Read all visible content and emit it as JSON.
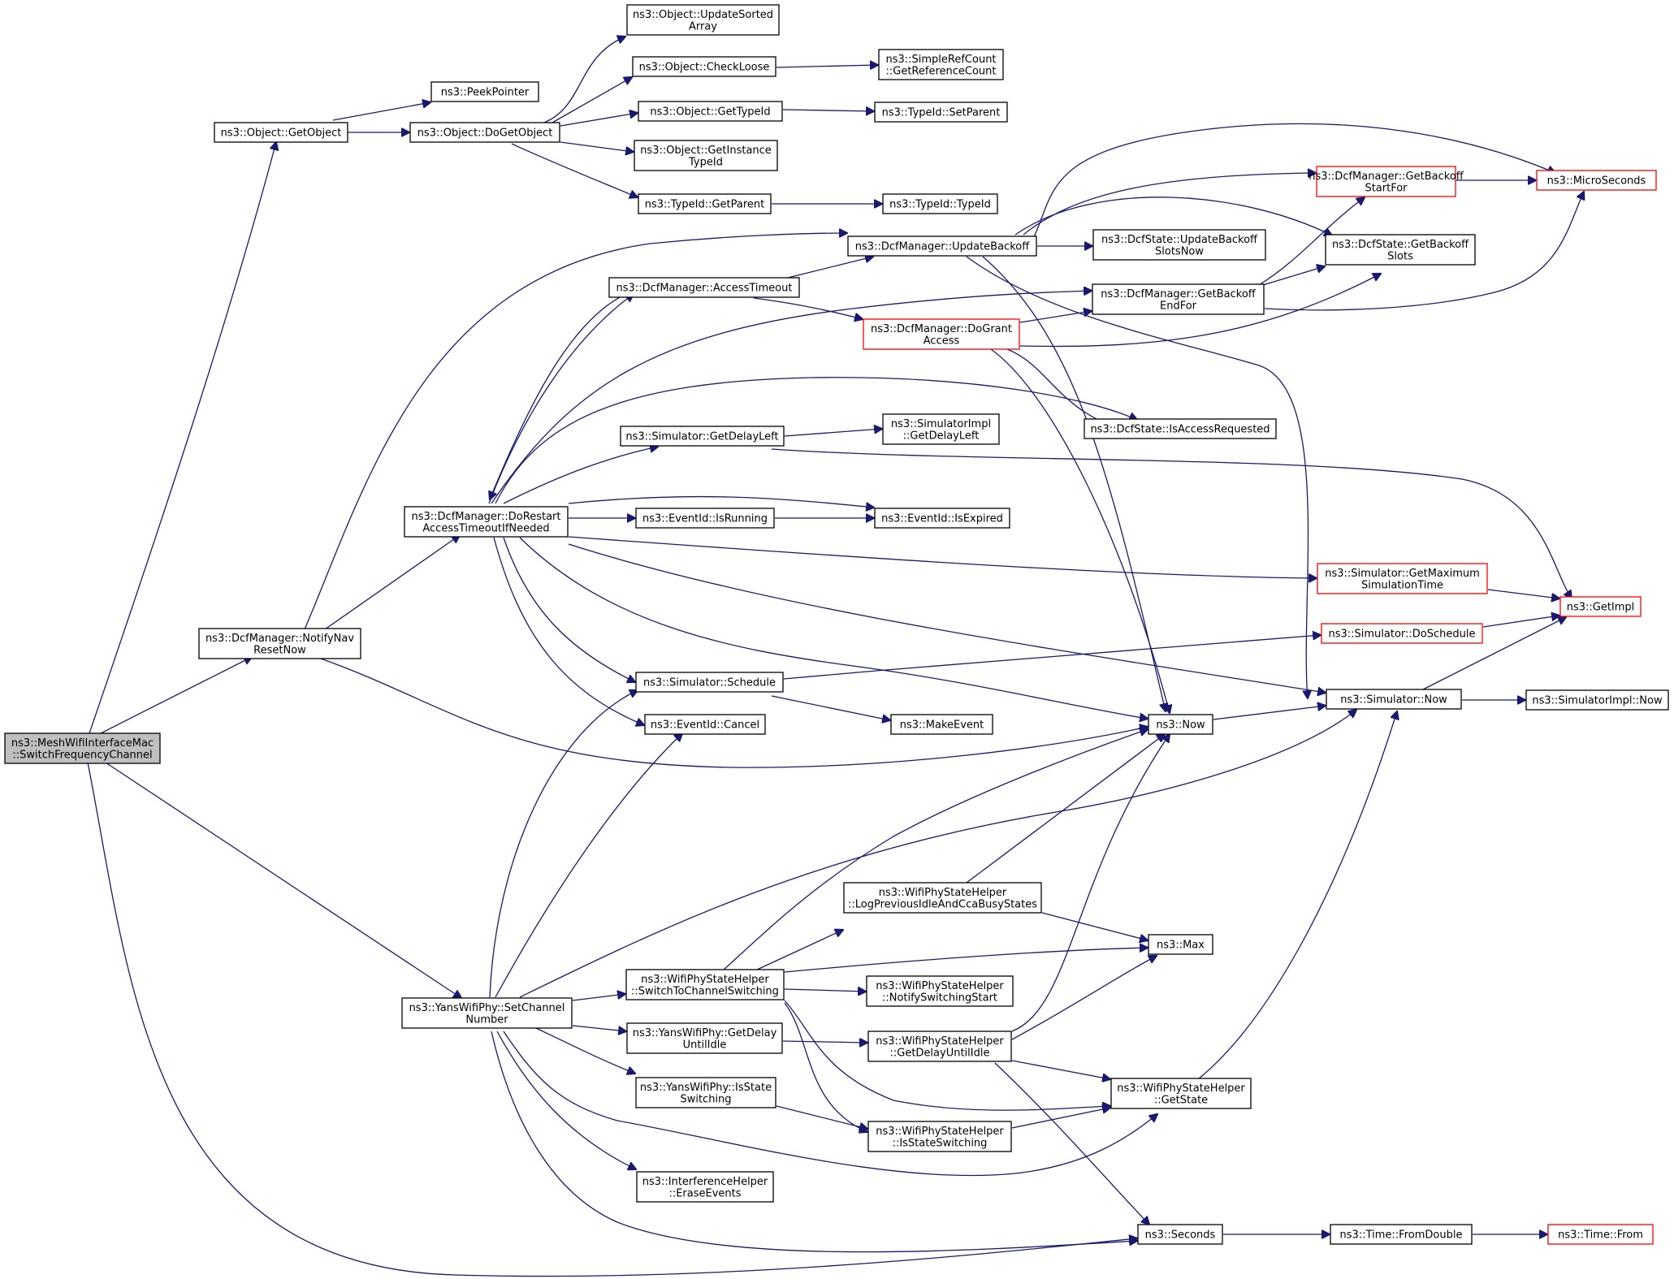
{
  "colors": {
    "edge": "#191970",
    "node_border": "#000000",
    "node_border_truncated": "#ff0000",
    "node_fill": "#ffffff",
    "root_fill": "#bfbfbf"
  },
  "nodes": {
    "n_root": {
      "lines": [
        "ns3::MeshWifiInterfaceMac",
        "::SwitchFrequencyChannel"
      ],
      "root": true
    },
    "n_getobject": {
      "lines": [
        "ns3::Object::GetObject"
      ]
    },
    "n_peek": {
      "lines": [
        "ns3::PeekPointer"
      ]
    },
    "n_dogetobject": {
      "lines": [
        "ns3::Object::DoGetObject"
      ]
    },
    "n_updsorted": {
      "lines": [
        "ns3::Object::UpdateSorted",
        "Array"
      ]
    },
    "n_checkloose": {
      "lines": [
        "ns3::Object::CheckLoose"
      ]
    },
    "n_refcount": {
      "lines": [
        "ns3::SimpleRefCount",
        "::GetReferenceCount"
      ]
    },
    "n_gettypeid": {
      "lines": [
        "ns3::Object::GetTypeId"
      ]
    },
    "n_setparent": {
      "lines": [
        "ns3::TypeId::SetParent"
      ]
    },
    "n_getinst": {
      "lines": [
        "ns3::Object::GetInstance",
        "TypeId"
      ]
    },
    "n_getparent": {
      "lines": [
        "ns3::TypeId::GetParent"
      ]
    },
    "n_typeid": {
      "lines": [
        "ns3::TypeId::TypeId"
      ]
    },
    "n_updbackoff": {
      "lines": [
        "ns3::DcfManager::UpdateBackoff"
      ]
    },
    "n_updslots": {
      "lines": [
        "ns3::DcfState::UpdateBackoff",
        "SlotsNow"
      ]
    },
    "n_gbstart": {
      "lines": [
        "ns3::DcfManager::GetBackoff",
        "StartFor"
      ],
      "truncated": true
    },
    "n_micro": {
      "lines": [
        "ns3::MicroSeconds"
      ],
      "truncated": true
    },
    "n_gbslots": {
      "lines": [
        "ns3::DcfState::GetBackoff",
        "Slots"
      ]
    },
    "n_acctimeout": {
      "lines": [
        "ns3::DcfManager::AccessTimeout"
      ]
    },
    "n_gbend": {
      "lines": [
        "ns3::DcfManager::GetBackoff",
        "EndFor"
      ]
    },
    "n_dogrant": {
      "lines": [
        "ns3::DcfManager::DoGrant",
        "Access"
      ],
      "truncated": true
    },
    "n_isaccreq": {
      "lines": [
        "ns3::DcfState::IsAccessRequested"
      ]
    },
    "n_getdelay": {
      "lines": [
        "ns3::Simulator::GetDelayLeft"
      ]
    },
    "n_implgetdelay": {
      "lines": [
        "ns3::SimulatorImpl",
        "::GetDelayLeft"
      ]
    },
    "n_dorestart": {
      "lines": [
        "ns3::DcfManager::DoRestart",
        "AccessTimeoutIfNeeded"
      ]
    },
    "n_isrunning": {
      "lines": [
        "ns3::EventId::IsRunning"
      ]
    },
    "n_isexpired": {
      "lines": [
        "ns3::EventId::IsExpired"
      ]
    },
    "n_getmax": {
      "lines": [
        "ns3::Simulator::GetMaximum",
        "SimulationTime"
      ],
      "truncated": true
    },
    "n_getimpl": {
      "lines": [
        "ns3::GetImpl"
      ],
      "truncated": true
    },
    "n_notifynav": {
      "lines": [
        "ns3::DcfManager::NotifyNav",
        "ResetNow"
      ]
    },
    "n_doschedule": {
      "lines": [
        "ns3::Simulator::DoSchedule"
      ],
      "truncated": true
    },
    "n_schedule": {
      "lines": [
        "ns3::Simulator::Schedule"
      ]
    },
    "n_simnow": {
      "lines": [
        "ns3::Simulator::Now"
      ]
    },
    "n_implnow": {
      "lines": [
        "ns3::SimulatorImpl::Now"
      ]
    },
    "n_cancel": {
      "lines": [
        "ns3::EventId::Cancel"
      ]
    },
    "n_makeevent": {
      "lines": [
        "ns3::MakeEvent"
      ]
    },
    "n_now": {
      "lines": [
        "ns3::Now"
      ]
    },
    "n_logprev": {
      "lines": [
        "ns3::WifiPhyStateHelper",
        "::LogPreviousIdleAndCcaBusyStates"
      ]
    },
    "n_max": {
      "lines": [
        "ns3::Max"
      ]
    },
    "n_switchto": {
      "lines": [
        "ns3::WifiPhyStateHelper",
        "::SwitchToChannelSwitching"
      ]
    },
    "n_notifysw": {
      "lines": [
        "ns3::WifiPhyStateHelper",
        "::NotifySwitchingStart"
      ]
    },
    "n_setchannel": {
      "lines": [
        "ns3::YansWifiPhy::SetChannel",
        "Number"
      ]
    },
    "n_yansdelay": {
      "lines": [
        "ns3::YansWifiPhy::GetDelay",
        "UntilIdle"
      ]
    },
    "n_wpsdelay": {
      "lines": [
        "ns3::WifiPhyStateHelper",
        "::GetDelayUntilIdle"
      ]
    },
    "n_yansisstate": {
      "lines": [
        "ns3::YansWifiPhy::IsState",
        "Switching"
      ]
    },
    "n_getstate": {
      "lines": [
        "ns3::WifiPhyStateHelper",
        "::GetState"
      ]
    },
    "n_wpsisstate": {
      "lines": [
        "ns3::WifiPhyStateHelper",
        "::IsStateSwitching"
      ]
    },
    "n_erase": {
      "lines": [
        "ns3::InterferenceHelper",
        "::EraseEvents"
      ]
    },
    "n_seconds": {
      "lines": [
        "ns3::Seconds"
      ]
    },
    "n_fromdouble": {
      "lines": [
        "ns3::Time::FromDouble"
      ]
    },
    "n_from": {
      "lines": [
        "ns3::Time::From"
      ],
      "truncated": true
    }
  }
}
